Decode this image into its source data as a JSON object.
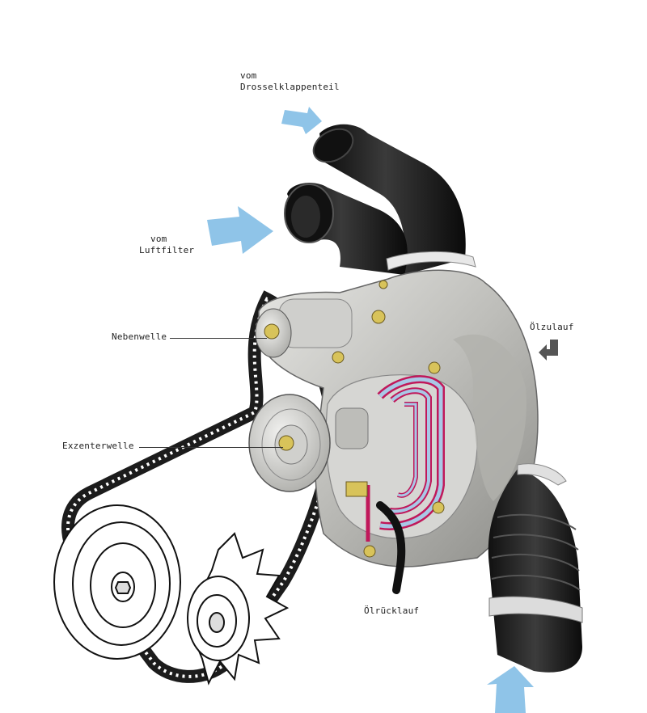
{
  "labels": {
    "vom_drossel_line1": "vom",
    "vom_drossel_line2": "Drosselklappenteil",
    "vom_luftfilter_line1": "vom",
    "vom_luftfilter_line2": "Luftfilter",
    "nebenwelle": "Nebenwelle",
    "exzenterwelle": "Exzenterwelle",
    "oelzulauf": "Ölzulauf",
    "oelruecklauf": "Ölrücklauf"
  },
  "colors": {
    "arrow": "#8fc4e8",
    "hose": "#1a1a1a",
    "housing": "#c9c9c6",
    "oil_channel_red": "#c0185a",
    "oil_channel_blue": "#a9c8e6",
    "bolt": "#d8c35a"
  },
  "icons": [
    "flow-arrow-icon",
    "oil-inlet-arrow-icon"
  ]
}
